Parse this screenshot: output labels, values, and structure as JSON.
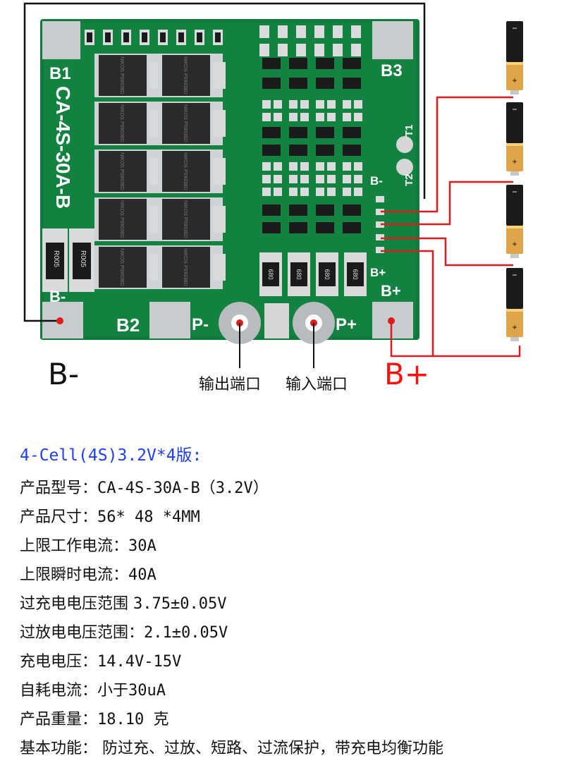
{
  "board": {
    "silk_model": "CA-4S-30A-B",
    "pads": {
      "b1": "B1",
      "b2": "B2",
      "b3": "B3",
      "b_minus": "B-",
      "b_plus": "B+",
      "p_minus": "P-",
      "p_plus": "P+",
      "t1": "T1",
      "t2": "T2",
      "b_minus_small": "B-",
      "b_plus_small": "B+"
    },
    "mosfet_marking": "NIKOS P0903BD",
    "resistor_big": "R005",
    "resistor_small": "680",
    "colors": {
      "pcb": "#0f7a3c",
      "wire": "#e11b1b",
      "black_wire": "#111111"
    }
  },
  "callouts": {
    "b_minus": "B-",
    "output_port": "输出端口",
    "input_port": "输入端口",
    "b_plus": "B+"
  },
  "specs": {
    "title": "4-Cell(4S)3.2V*4版:",
    "rows": [
      {
        "label": "产品型号：",
        "value": "CA-4S-30A-B（3.2V）"
      },
      {
        "label": "产品尺寸：",
        "value": "56* 48 *4MM"
      },
      {
        "label": "上限工作电流：",
        "value": "30A"
      },
      {
        "label": "上限瞬时电流：",
        "value": "40A"
      },
      {
        "label": "过充电电压范围 ",
        "value": "3.75±0.05V"
      },
      {
        "label": "过放电电压范围：",
        "value": "2.1±0.05V"
      },
      {
        "label": "充电电压：",
        "value": "14.4V-15V"
      },
      {
        "label": "自耗电流：",
        "value": "小于30uA"
      },
      {
        "label": "产品重量：",
        "value": "18.10 克"
      },
      {
        "label": "基本功能： ",
        "value": "防过充、过放、短路、过流保护，带充电均衡功能"
      }
    ]
  }
}
